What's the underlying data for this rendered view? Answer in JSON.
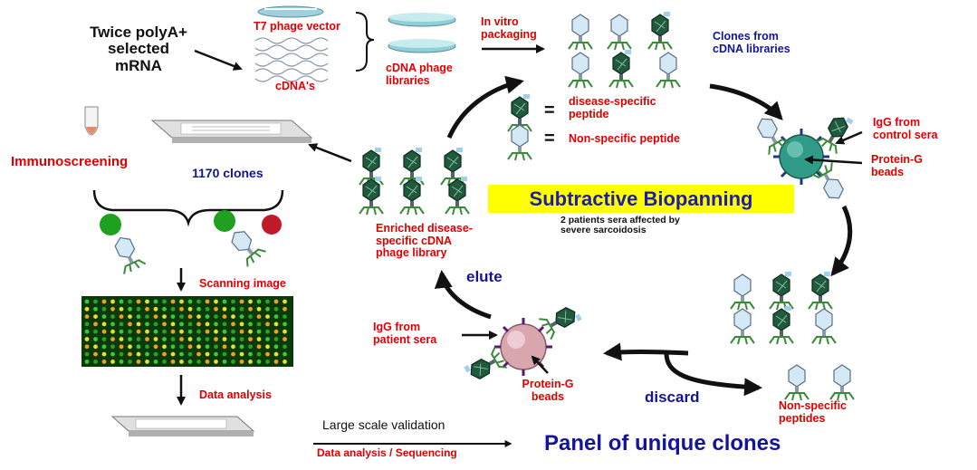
{
  "input": {
    "mrna": "Twice polyA+\nselected\nmRNA",
    "vector": "T7 phage vector",
    "cdna": "cDNA's",
    "libraries": "cDNA phage\nlibraries"
  },
  "packaging": {
    "label": "In vitro\npackaging",
    "clones": "Clones from\ncDNA libraries"
  },
  "legend": {
    "disease_specific": "disease-specific\npeptide",
    "non_specific": "Non-specific peptide",
    "equals": "="
  },
  "control": {
    "igg": "IgG from\ncontrol sera",
    "beads": "Protein-G\nbeads"
  },
  "title": "Subtractive Biopanning",
  "subtitle": "2 patients sera affected by\nsevere sarcoidosis",
  "enriched": "Enriched disease-\nspecific cDNA\nphage library",
  "elute": "elute",
  "patient": {
    "igg": "IgG from\npatient sera",
    "beads": "Protein-G\nbeads"
  },
  "discard": {
    "label": "discard",
    "non_specific": "Non-specific\npeptides"
  },
  "screening": {
    "title": "Immunoscreening",
    "clones": "1170 clones",
    "scan": "Scanning image",
    "analysis": "Data analysis"
  },
  "validation": {
    "large": "Large scale validation",
    "sequencing": "Data analysis / Sequencing"
  },
  "panel": "Panel of unique clones",
  "colors": {
    "label_red": "#e00000",
    "label_blue": "#14149a",
    "title_bg": "#ffff00",
    "phage_green": "#1e5a3c",
    "phage_head": "#cfe4f1",
    "bead_teal": "#2f9b88",
    "bead_pink": "#d9a6ae"
  }
}
